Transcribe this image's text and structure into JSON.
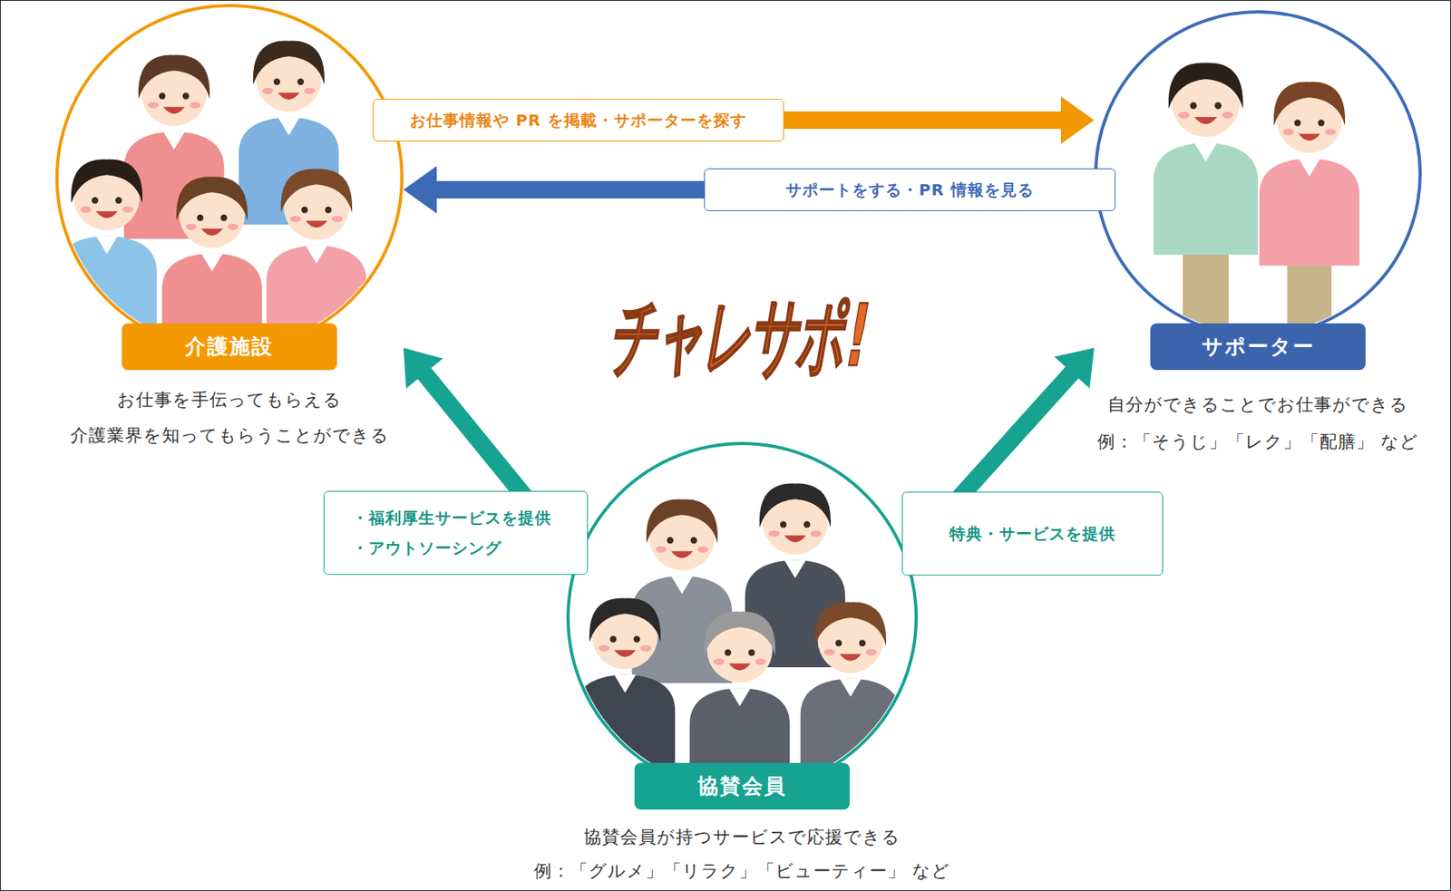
{
  "diagram": {
    "nodes": [
      {
        "text": [
          "介護施設",
          "お仕事を手伝ってもらえる",
          "介護業界を知ってもらうことができる"
        ]
      },
      {
        "text": [
          "サポーター",
          "自分ができることでお仕事ができる",
          "例：「そうじ」「レク」「配膳」 など"
        ]
      },
      {
        "text": [
          "協賛会員",
          "協賛会員が持つサービスで応援できる",
          "例：「グルメ」「リラク」「ビューティー」 など"
        ]
      }
    ],
    "edges": [
      {
        "from": 0,
        "to": 1,
        "arrow": "to",
        "label": "お仕事情報や PR を掲載・サポーターを探す"
      },
      {
        "from": 1,
        "to": 0,
        "arrow": "to",
        "label": "サポートをする・PR 情報を見る"
      },
      {
        "from": 2,
        "to": 0,
        "arrow": "to",
        "label": "・福利厚生サービスを提供 ・アウトソーシング"
      },
      {
        "from": 2,
        "to": 1,
        "arrow": "to",
        "label": "特典・サービスを提供"
      }
    ],
    "labels": [
      "チャレサポ!"
    ]
  }
}
